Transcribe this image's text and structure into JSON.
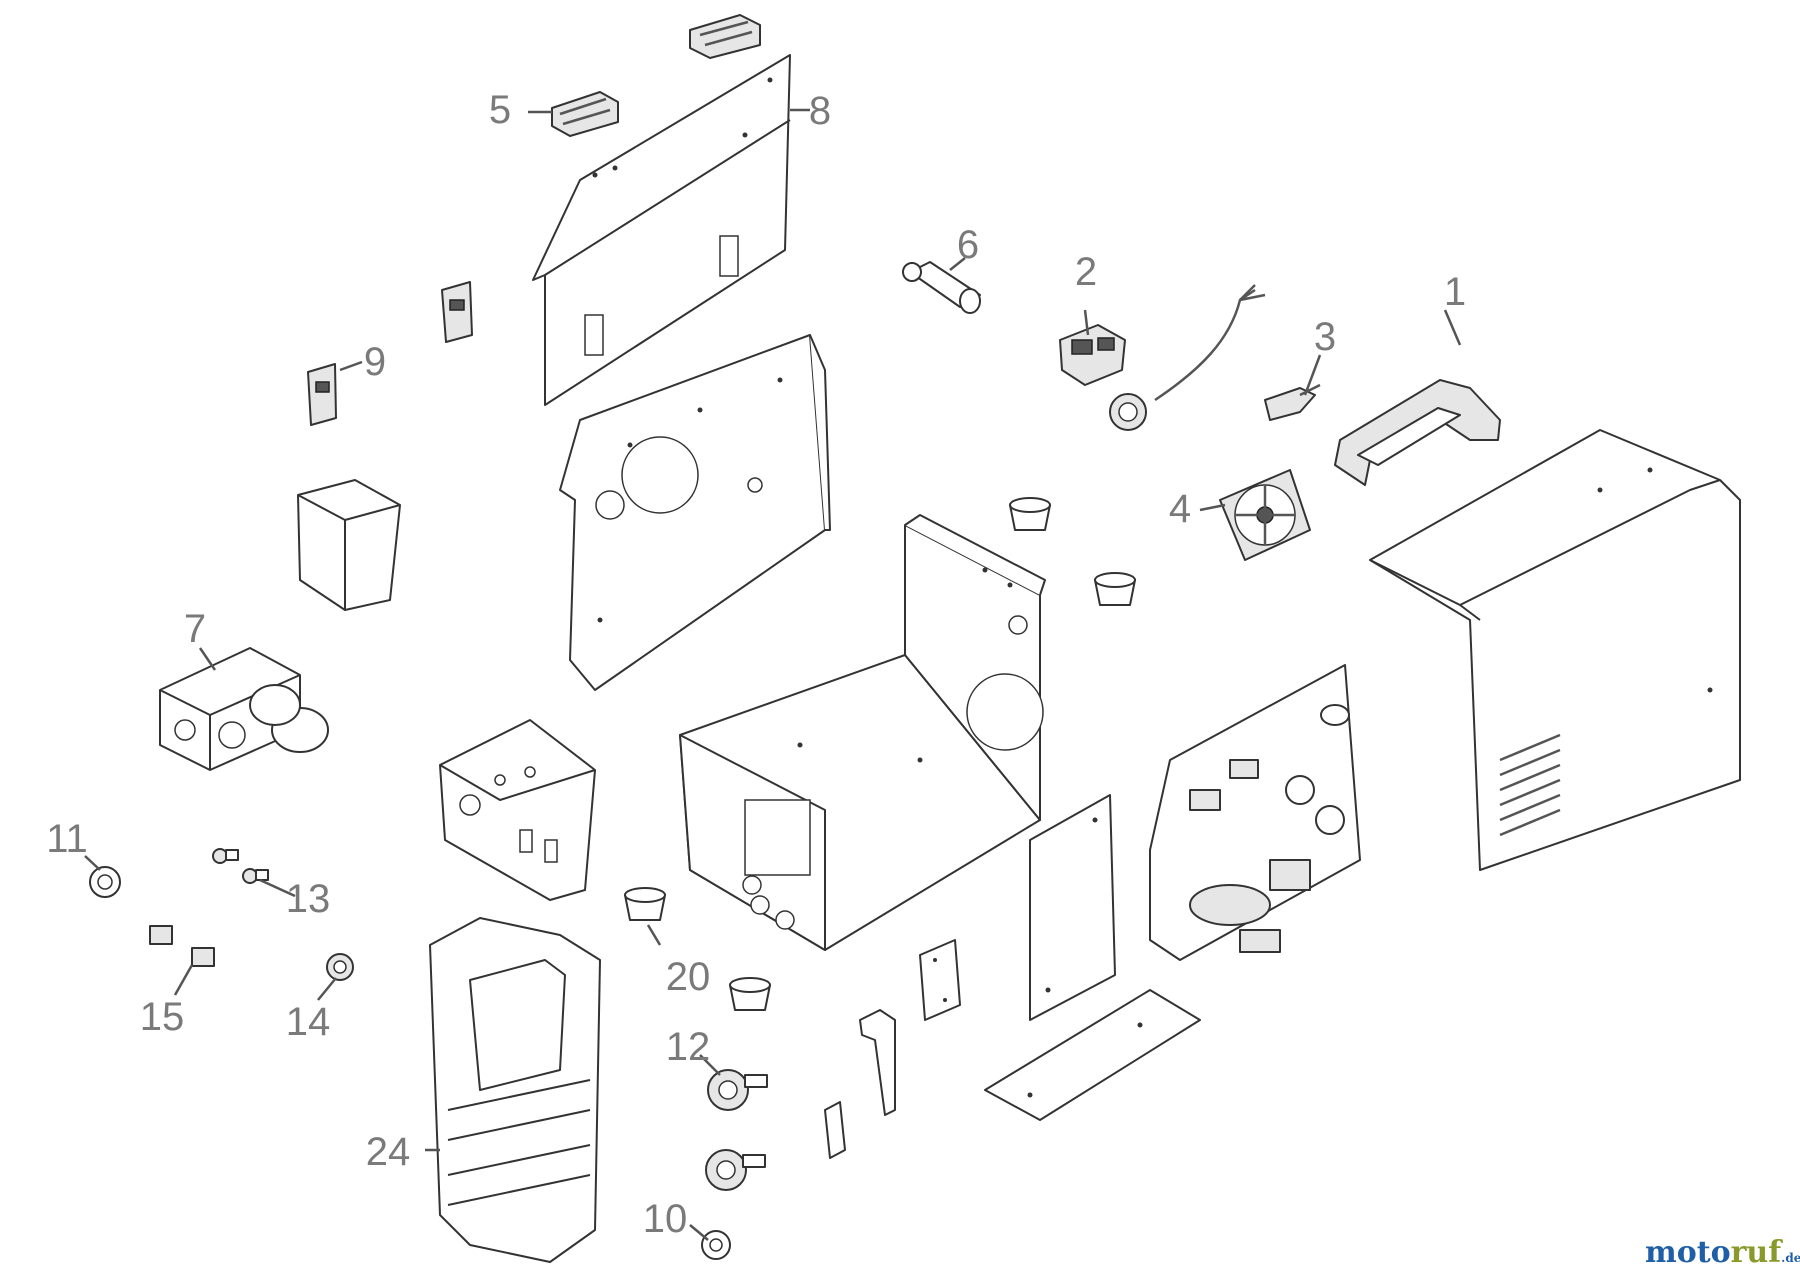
{
  "callouts": {
    "c1": "1",
    "c2": "2",
    "c3": "3",
    "c4": "4",
    "c5": "5",
    "c6": "6",
    "c7": "7",
    "c8": "8",
    "c9": "9",
    "c10": "10",
    "c11": "11",
    "c12": "12",
    "c13": "13",
    "c14": "14",
    "c15": "15",
    "c20": "20",
    "c24": "24"
  },
  "watermark": {
    "text_a": "moto",
    "text_b": "ruf",
    "suffix": ".de",
    "color_a": "#1f5fa8",
    "color_b": "#8a9a2a"
  },
  "colors": {
    "line": "#333333",
    "callout": "#7a7a7a"
  }
}
